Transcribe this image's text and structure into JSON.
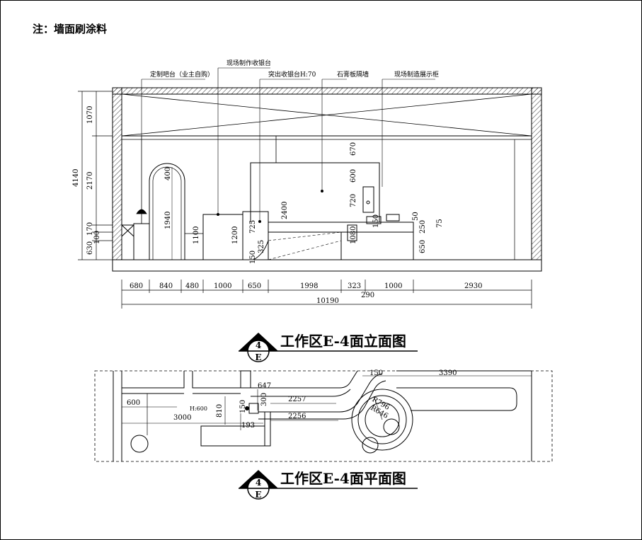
{
  "note": "注：墙面刷涂料",
  "callouts": {
    "bar_counter": "定制吧台（业主自购）",
    "cashier_counter": "现场制作收银台",
    "protruding_cashier": "突出收银台H:70",
    "gypsum_partition": "石膏板隔墙",
    "display_cabinet": "现场制造展示柜"
  },
  "elevation": {
    "title": "工作区E-4面立面图",
    "symbol": {
      "number": "4",
      "letter": "E"
    },
    "left_dims": [
      "1070",
      "2170",
      "4140",
      "170",
      "100",
      "630"
    ],
    "inner_dims": [
      "400",
      "1940",
      "1100",
      "1200",
      "725",
      "325",
      "150",
      "2400",
      "670",
      "600",
      "720",
      "1080",
      "150",
      "50",
      "250",
      "75",
      "650"
    ],
    "bottom_dims": [
      "680",
      "840",
      "480",
      "1000",
      "650",
      "1998",
      "323",
      "290",
      "1000",
      "2930"
    ],
    "total_width": "10190"
  },
  "plan": {
    "title": "工作区E-4面平面图",
    "symbol": {
      "number": "4",
      "letter": "E"
    },
    "dims": [
      "600",
      "3000",
      "H:600",
      "810",
      "150",
      "300",
      "647",
      "193",
      "2257",
      "2256",
      "150",
      "3390",
      "R796",
      "R646"
    ]
  }
}
